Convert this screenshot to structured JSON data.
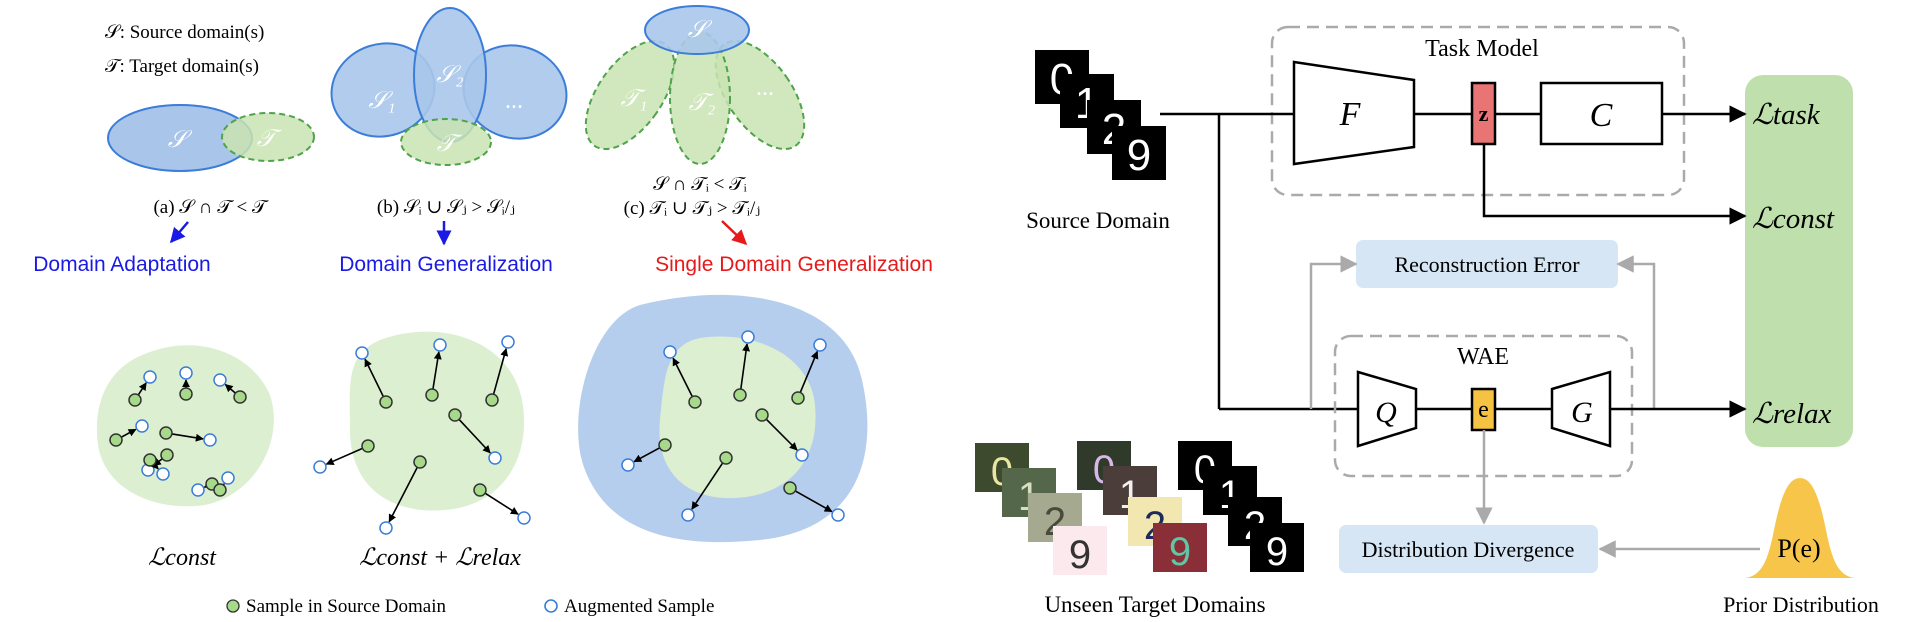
{
  "left": {
    "definitions": {
      "source": "𝒮: Source domain(s)",
      "target": "𝒯: Target domain(s)"
    },
    "panel_a": {
      "S": "𝒮",
      "T": "𝒯",
      "caption": "(a) 𝒮 ∩ 𝒯 < 𝒯",
      "method": "Domain Adaptation"
    },
    "panel_b": {
      "S1": "𝒮₁",
      "S2": "𝒮₂",
      "dots": "...",
      "T": "𝒯",
      "caption": "(b)  𝒮ᵢ ∪ 𝒮ⱼ > 𝒮ᵢ/ⱼ",
      "method": "Domain Generalization"
    },
    "panel_c": {
      "S": "𝒮",
      "T1": "𝒯₁",
      "T2": "𝒯₂",
      "dots": "...",
      "caption_line1": "𝒮 ∩ 𝒯ᵢ < 𝒯ᵢ",
      "caption_line2": "(c) 𝒯ᵢ ∪ 𝒯ⱼ > 𝒯ᵢ/ⱼ",
      "method": "Single Domain Generalization"
    },
    "loss_labels": {
      "const": "ℒconst",
      "const_relax": "ℒconst + ℒrelax"
    },
    "legend": {
      "source_sample": "Sample in Source Domain",
      "augmented_sample": "Augmented Sample"
    },
    "colors": {
      "blue_domain": "#a9c6ea",
      "green_domain": "#c9e3b1",
      "blue_text": "#1a1ae6",
      "red_text": "#e61a1a",
      "source_dot": "#a6d98a",
      "augmented_dot": "#3b7dd8"
    }
  },
  "right": {
    "task_model_title": "Task Model",
    "F": "F",
    "z": "z",
    "C": "C",
    "source_domain_label": "Source Domain",
    "digits": [
      "0",
      "1",
      "2",
      "9"
    ],
    "reconstruction_error": "Reconstruction Error",
    "wae_title": "WAE",
    "Q": "Q",
    "e": "e",
    "G": "G",
    "distribution_divergence": "Distribution Divergence",
    "prior_label": "P(e)",
    "prior_distribution_label": "Prior Distribution",
    "unseen_label": "Unseen Target Domains",
    "loss_task": "ℒtask",
    "loss_const": "ℒconst",
    "loss_relax": "ℒrelax",
    "colors": {
      "z_box": "#e87474",
      "e_box": "#f5c242",
      "loss_panel": "#bfe0ad",
      "label_box": "#d6e6f4",
      "prior_fill": "#f6c54a"
    }
  }
}
